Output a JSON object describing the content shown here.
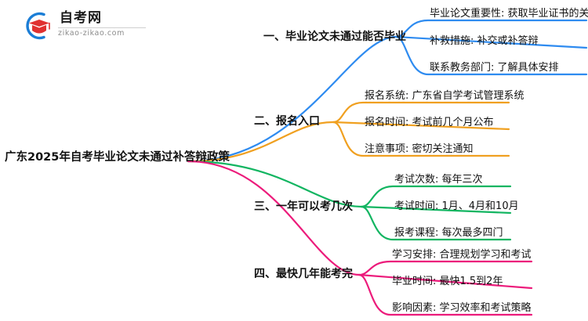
{
  "logo": {
    "title": "自考网",
    "subtitle": "zikao-zikao.com",
    "mark_icon": "graduation-cap-icon",
    "mark_color_ring": "#1C7ED6",
    "mark_color_cap": "#E03131"
  },
  "mindmap": {
    "central_topic": "广东2025年自考毕业论文未通过补答辩政策",
    "branches": [
      {
        "index": 1,
        "label": "一、毕业论文未通过能否毕业",
        "color": "#2E8BF0",
        "leaves": [
          "毕业论文重要性: 获取毕业证书的关键",
          "补救措施: 补交或补答辩",
          "联系教务部门: 了解具体安排"
        ]
      },
      {
        "index": 2,
        "label": "二、报名入口",
        "color": "#F0A020",
        "leaves": [
          "报名系统: 广东省自学考试管理系统",
          "报名时间: 考试前几个月公布",
          "注意事项: 密切关注通知"
        ]
      },
      {
        "index": 3,
        "label": "三、一年可以考几次",
        "color": "#12B561",
        "leaves": [
          "考试次数: 每年三次",
          "考试时间: 1月、4月和10月",
          "报考课程: 每次最多四门"
        ]
      },
      {
        "index": 4,
        "label": "四、最快几年能考完",
        "color": "#EC1B7B",
        "leaves": [
          "学习安排: 合理规划学习和考试",
          "毕业时间: 最快1.5到2年",
          "影响因素: 学习效率和考试策略"
        ]
      }
    ]
  }
}
